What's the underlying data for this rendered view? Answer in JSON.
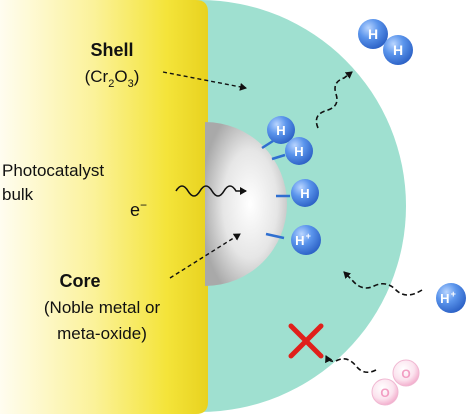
{
  "labels": {
    "shell_title": "Shell",
    "shell_formula_open": "(Cr",
    "shell_formula_sub1": "2",
    "shell_formula_mid": "O",
    "shell_formula_sub2": "3",
    "shell_formula_close": ")",
    "bulk_line1": "Photocatalyst",
    "bulk_line2": "bulk",
    "electron": "e",
    "electron_sup": "−",
    "core_title": "Core",
    "core_line1": "(Noble metal or",
    "core_line2": "meta-oxide)"
  },
  "atoms": {
    "hydrogen": "H",
    "proton": "H",
    "proton_charge": "+",
    "oxygen": "O"
  },
  "colors": {
    "bulk_yellow": "#f4e43a",
    "shell_teal": "#9fe0d0",
    "core_grey": "#d7d7d7",
    "hydrogen_blue": "#3f7ee0",
    "oxygen_pink": "#f2a6c8",
    "blocked_red": "#e0201b"
  },
  "icons": {
    "blocked": "cross-icon",
    "electron_path": "wavy-arrow-icon"
  }
}
